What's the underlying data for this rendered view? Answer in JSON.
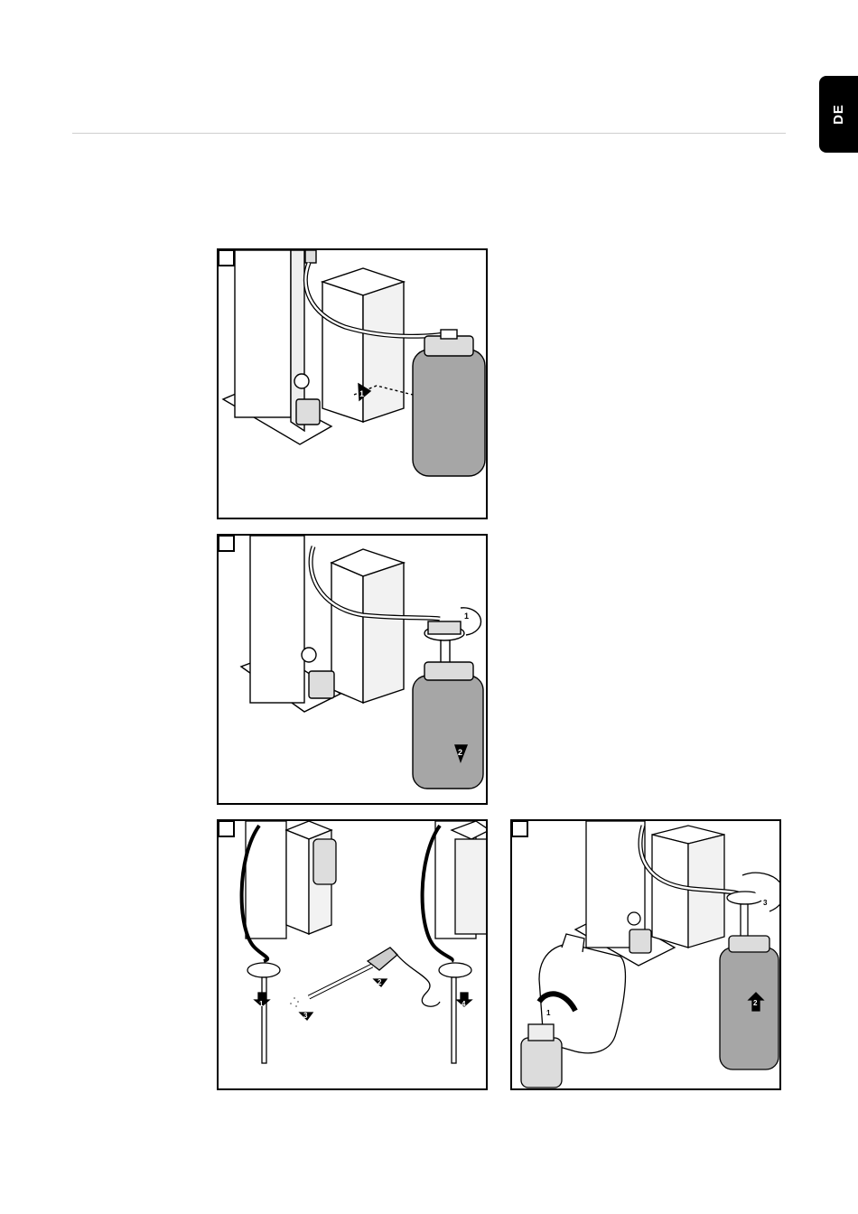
{
  "header": {
    "language_tab": "DE"
  },
  "figures": [
    {
      "id": "step-1",
      "markers": [
        "1"
      ]
    },
    {
      "id": "step-2",
      "markers": [
        "1",
        "2"
      ]
    },
    {
      "id": "step-3",
      "markers": [
        "1",
        "2",
        "3",
        "4"
      ]
    },
    {
      "id": "step-4",
      "markers": [
        "1",
        "2",
        "3"
      ]
    }
  ],
  "colors": {
    "ink": "#000000",
    "bottle_fill": "#a6a6a6",
    "tab": "#000000",
    "rule": "#cfcfcf"
  }
}
